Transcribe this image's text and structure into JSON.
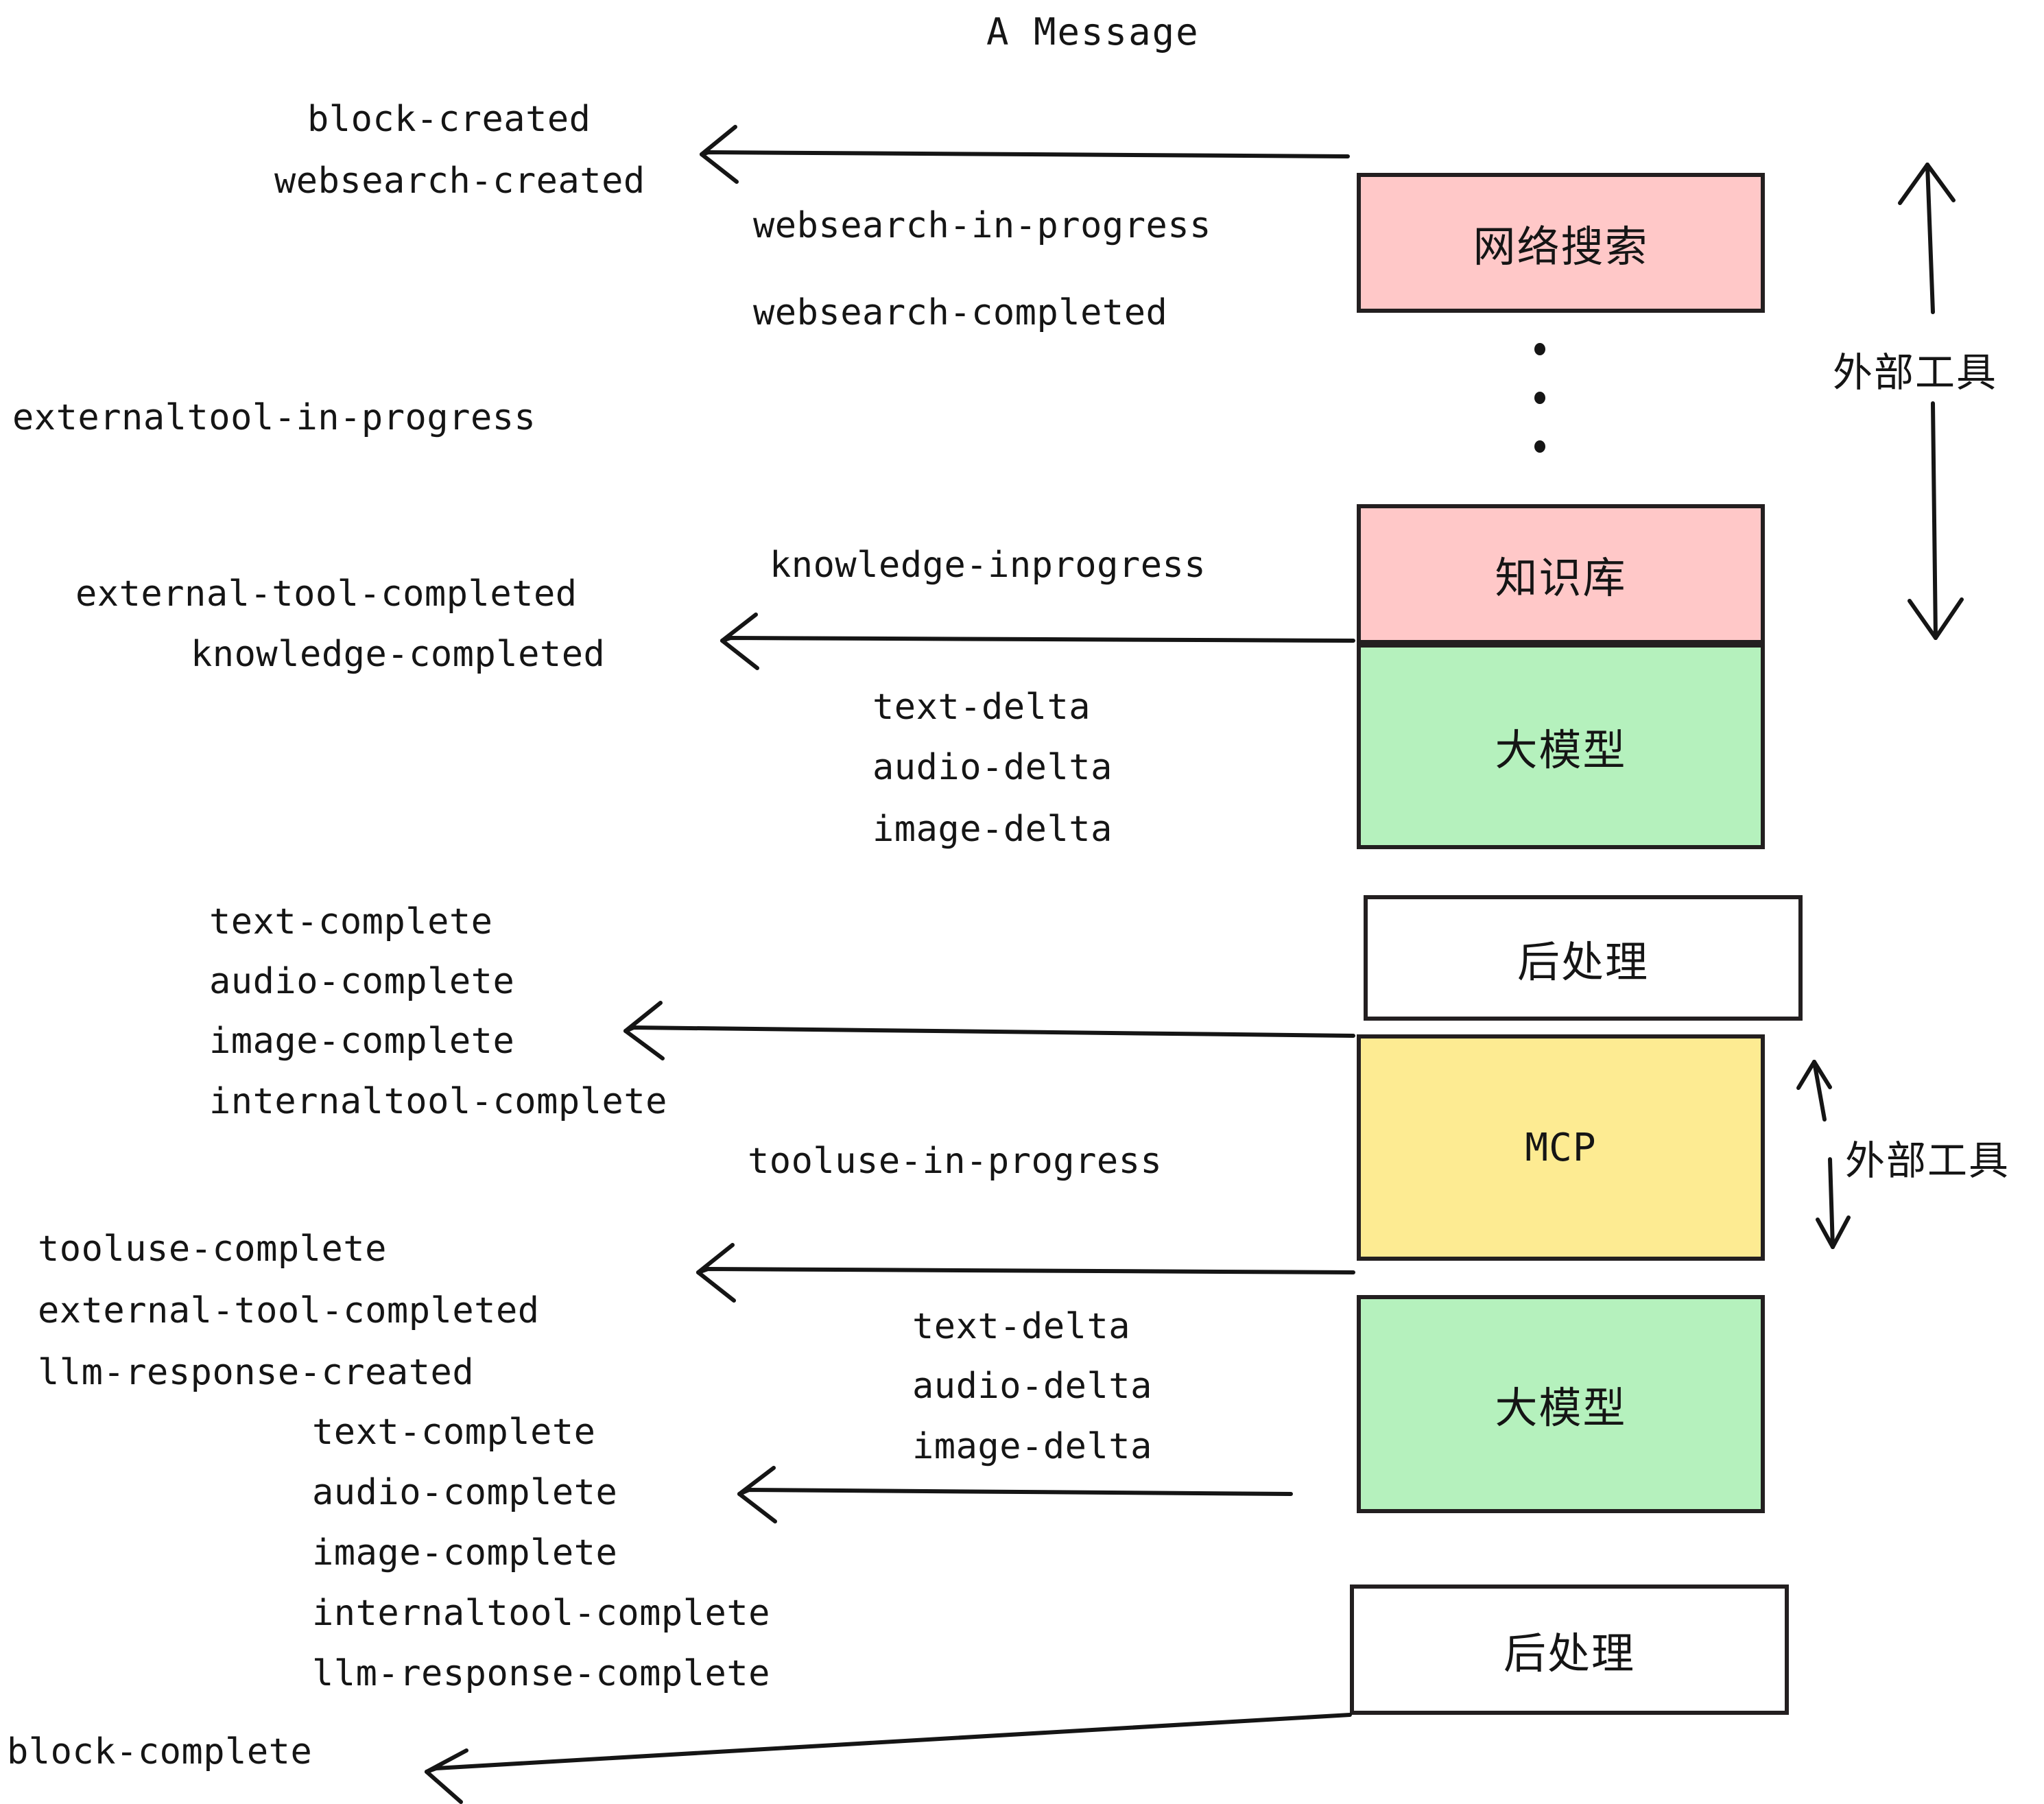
{
  "title": "A Message",
  "colors": {
    "pink": "#ffc8c8",
    "green": "#b5f1bd",
    "yellow": "#fdeb92",
    "white": "#ffffff",
    "stroke": "#231f20",
    "text": "#151515"
  },
  "nodes": [
    {
      "id": "websearch",
      "label": "网络搜索",
      "fill": "#ffc8c8"
    },
    {
      "id": "knowledge",
      "label": "知识库",
      "fill": "#ffc8c8"
    },
    {
      "id": "llm-1",
      "label": "大模型",
      "fill": "#b5f1bd"
    },
    {
      "id": "postprocess-1",
      "label": "后处理",
      "fill": "#ffffff"
    },
    {
      "id": "mcp",
      "label": "MCP",
      "fill": "#fdeb92"
    },
    {
      "id": "llm-2",
      "label": "大模型",
      "fill": "#b5f1bd"
    },
    {
      "id": "postprocess-2",
      "label": "后处理",
      "fill": "#ffffff"
    }
  ],
  "group_labels": [
    {
      "id": "external-tools-top",
      "text": "外部工具"
    },
    {
      "id": "external-tools-bottom",
      "text": "外部工具"
    }
  ],
  "events": [
    {
      "id": "block-created",
      "text": "block-created"
    },
    {
      "id": "websearch-created",
      "text": "websearch-created"
    },
    {
      "id": "websearch-in-progress",
      "text": "websearch-in-progress"
    },
    {
      "id": "websearch-completed",
      "text": "websearch-completed"
    },
    {
      "id": "externaltool-in-progress",
      "text": "externaltool-in-progress"
    },
    {
      "id": "knowledge-inprogress",
      "text": "knowledge-inprogress"
    },
    {
      "id": "external-tool-completed-1",
      "text": "external-tool-completed"
    },
    {
      "id": "knowledge-completed",
      "text": "knowledge-completed"
    },
    {
      "id": "text-delta-1",
      "text": "text-delta"
    },
    {
      "id": "audio-delta-1",
      "text": "audio-delta"
    },
    {
      "id": "image-delta-1",
      "text": "image-delta"
    },
    {
      "id": "text-complete-1",
      "text": "text-complete"
    },
    {
      "id": "audio-complete-1",
      "text": "audio-complete"
    },
    {
      "id": "image-complete-1",
      "text": "image-complete"
    },
    {
      "id": "internaltool-complete-1",
      "text": "internaltool-complete"
    },
    {
      "id": "tooluse-in-progress",
      "text": "tooluse-in-progress"
    },
    {
      "id": "tooluse-complete",
      "text": "tooluse-complete"
    },
    {
      "id": "external-tool-completed-2",
      "text": "external-tool-completed"
    },
    {
      "id": "llm-response-created",
      "text": "llm-response-created"
    },
    {
      "id": "text-complete-2",
      "text": "text-complete"
    },
    {
      "id": "text-delta-2",
      "text": "text-delta"
    },
    {
      "id": "audio-delta-2",
      "text": "audio-delta"
    },
    {
      "id": "image-delta-2",
      "text": "image-delta"
    },
    {
      "id": "audio-complete-2",
      "text": "audio-complete"
    },
    {
      "id": "image-complete-2",
      "text": "image-complete"
    },
    {
      "id": "internaltool-complete-2",
      "text": "internaltool-complete"
    },
    {
      "id": "llm-response-complete",
      "text": "llm-response-complete"
    },
    {
      "id": "block-complete",
      "text": "block-complete"
    }
  ]
}
